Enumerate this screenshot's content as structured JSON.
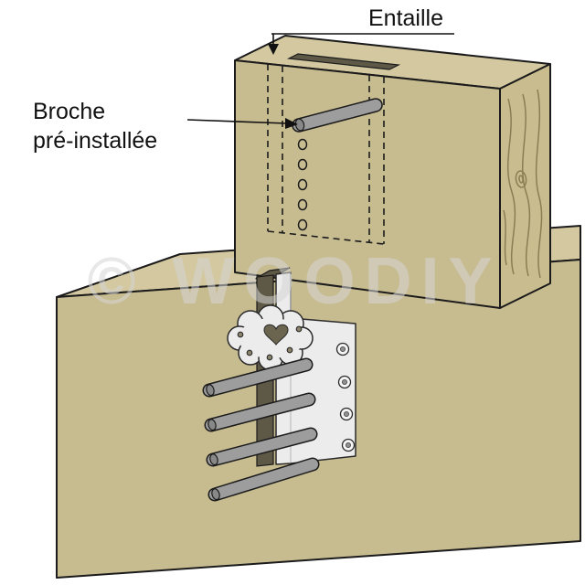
{
  "labels": {
    "entaille": "Entaille",
    "broche_line1": "Broche",
    "broche_line2": "pré-installée"
  },
  "watermark": "© WOODIY",
  "colors": {
    "wood": "#c7bb90",
    "wood_top": "#d3c89f",
    "wood_end": "#c9bd8f",
    "outline": "#1b1b1b",
    "metal": "#ececec",
    "groove": "#5e5846",
    "pin_gray": "#9d9d9d",
    "grain": "#8a7d54",
    "watermark_gray": "#d6d6d6"
  }
}
